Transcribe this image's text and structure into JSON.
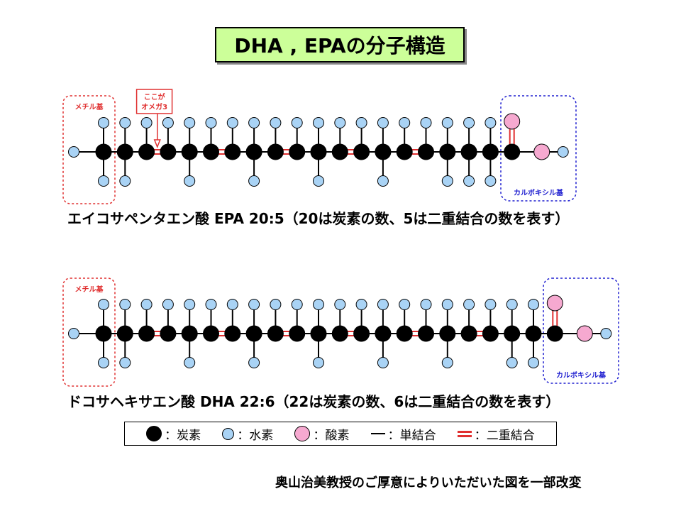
{
  "title": "DHA , EPAの分子構造",
  "epa": {
    "caption": "エイコサペンタエン酸 EPA 20:5（20は炭素の数、5は二重結合の数を表す）",
    "methyl_label": "メチル基",
    "carboxyl_label": "カルボキシル基",
    "omega_label_line1": "ここが",
    "omega_label_line2": "オメガ3",
    "carbon_count": 20,
    "double_bond_count": 5,
    "double_bonds_after_carbon": [
      3,
      6,
      9,
      12,
      15
    ]
  },
  "dha": {
    "caption": "ドコサヘキサエン酸 DHA 22:6（22は炭素の数、6は二重結合の数を表す）",
    "methyl_label": "メチル基",
    "carboxyl_label": "カルボキシル基",
    "carbon_count": 22,
    "double_bond_count": 6,
    "double_bonds_after_carbon": [
      3,
      6,
      9,
      12,
      15,
      18
    ]
  },
  "legend": {
    "carbon": "：炭素",
    "hydrogen": "：水素",
    "oxygen": "：酸素",
    "single_bond": "：単結合",
    "double_bond": "：二重結合"
  },
  "colors": {
    "carbon": "#000000",
    "hydrogen": "#a9d3f5",
    "oxygen": "#f6a9d0",
    "double_bond": "#e03030",
    "methyl_box": "#e03030",
    "carboxyl_box": "#2020d0",
    "title_bg": "#ccff99"
  },
  "credit": "奥山治美教授のご厚意によりいただいた図を一部改変"
}
